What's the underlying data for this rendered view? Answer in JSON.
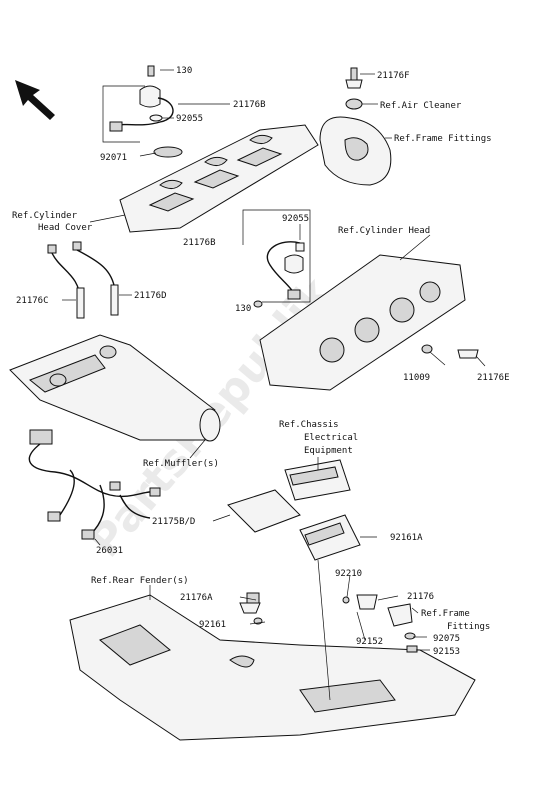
{
  "watermark": "PartsRepublik",
  "labels": {
    "p130_top": "130",
    "p21176F": "21176F",
    "p21176B_top": "21176B",
    "ref_air_cleaner": "Ref.Air Cleaner",
    "p92055_top": "92055",
    "ref_frame_fittings_top": "Ref.Frame Fittings",
    "p92071": "92071",
    "ref_cyl_head_cover_1": "Ref.Cylinder",
    "ref_cyl_head_cover_2": "Head Cover",
    "p92055_mid": "92055",
    "ref_cyl_head": "Ref.Cylinder Head",
    "p21176B_mid": "21176B",
    "p21176C": "21176C",
    "p21176D": "21176D",
    "p130_mid": "130",
    "p11009": "11009",
    "p21176E": "21176E",
    "ref_chassis_1": "Ref.Chassis",
    "ref_chassis_2": "Electrical",
    "ref_chassis_3": "Equipment",
    "ref_muffler": "Ref.Muffler(s)",
    "p21175BD": "21175B/D",
    "p92161A": "92161A",
    "p26031": "26031",
    "p92210": "92210",
    "ref_rear_fender": "Ref.Rear Fender(s)",
    "p21176A": "21176A",
    "p21176": "21176",
    "ref_frame_fittings_bot_1": "Ref.Frame",
    "ref_frame_fittings_bot_2": "Fittings",
    "p92161": "92161",
    "p92152": "92152",
    "p92075": "92075",
    "p92153": "92153"
  }
}
